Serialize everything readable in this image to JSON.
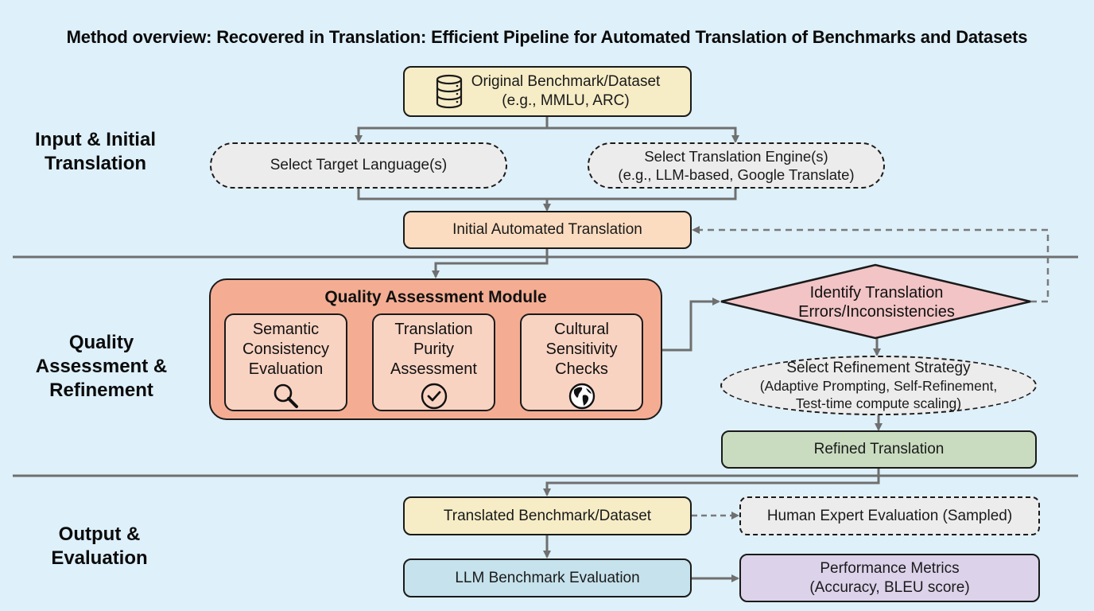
{
  "title": "Method overview: Recovered in Translation: Efficient Pipeline for Automated Translation of Benchmarks and Datasets",
  "sections": [
    {
      "label_line1": "Input & Initial",
      "label_line2": "Translation"
    },
    {
      "label_line1": "Quality",
      "label_line2": "Assessment &",
      "label_line3": "Refinement"
    },
    {
      "label_line1": "Output &",
      "label_line2": "Evaluation"
    }
  ],
  "nodes": {
    "original": {
      "line1": "Original Benchmark/Dataset",
      "line2": "(e.g., MMLU, ARC)",
      "icon": "database-icon",
      "color": "#f6ecc6"
    },
    "target_language": {
      "line1": "Select Target Language(s)"
    },
    "engine": {
      "line1": "Select Translation Engine(s)",
      "line2": "(e.g., LLM-based, Google Translate)"
    },
    "initial": {
      "line1": "Initial Automated Translation",
      "color": "#fbdcc0"
    },
    "qam": {
      "title": "Quality Assessment Module",
      "color": "#f4ad93",
      "steps": [
        {
          "line1": "Semantic",
          "line2": "Consistency",
          "line3": "Evaluation",
          "icon": "magnifier-icon"
        },
        {
          "line1": "Translation",
          "line2": "Purity",
          "line3": "Assessment",
          "icon": "check-circle-icon"
        },
        {
          "line1": "Cultural",
          "line2": "Sensitivity",
          "line3": "Checks",
          "icon": "globe-icon"
        }
      ]
    },
    "identify": {
      "line1": "Identify Translation",
      "line2": "Errors/Inconsistencies",
      "color": "#f2c4c6"
    },
    "strategy": {
      "line1": "Select Refinement Strategy",
      "line2": "(Adaptive Prompting, Self-Refinement,",
      "line3": "Test-time compute scaling)"
    },
    "refined": {
      "line1": "Refined Translation",
      "color": "#c9dcc0"
    },
    "translated": {
      "line1": "Translated Benchmark/Dataset",
      "color": "#f6ecc6"
    },
    "human": {
      "line1": "Human Expert Evaluation (Sampled)"
    },
    "llm_eval": {
      "line1": "LLM Benchmark Evaluation",
      "color": "#c6e2ec"
    },
    "metrics": {
      "line1": "Performance Metrics",
      "line2": "(Accuracy, BLEU score)",
      "color": "#dcd2ea"
    }
  }
}
